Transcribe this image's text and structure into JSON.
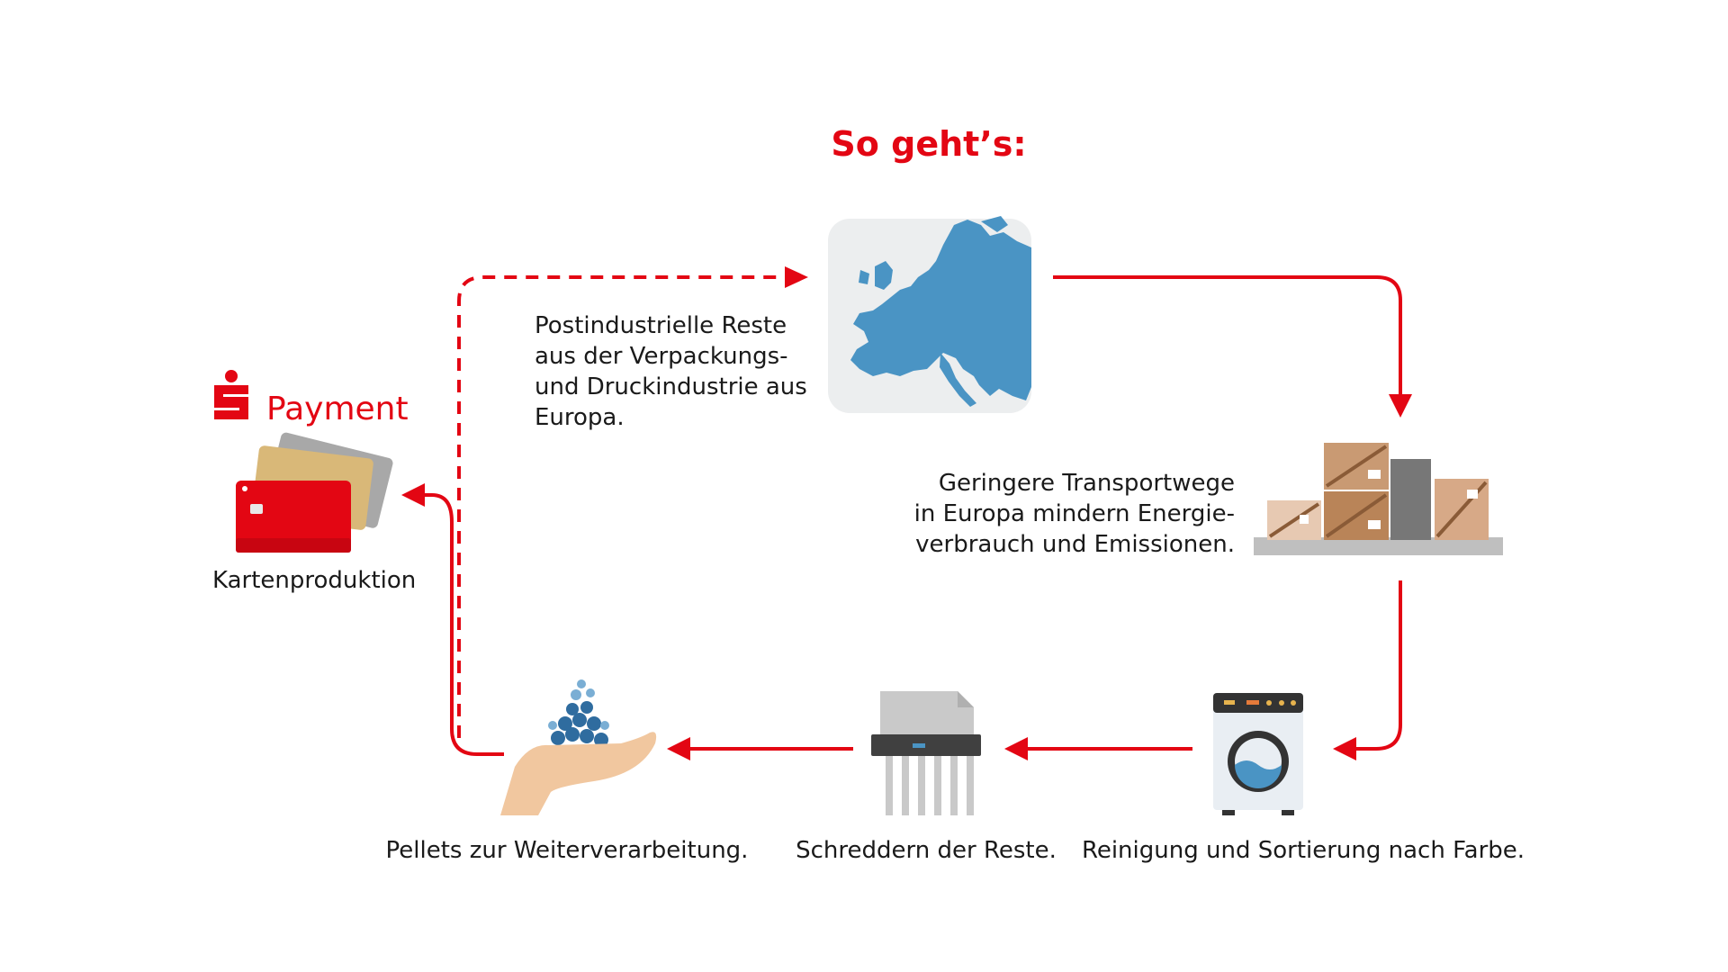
{
  "colors": {
    "accent": "#e30613",
    "map_bg": "#eceeef",
    "map_land": "#4a94c4",
    "card_red": "#e30613",
    "card_gold": "#d9b878",
    "card_grey": "#a8a8a8"
  },
  "title": "So geht’s:",
  "brand": {
    "name": "Payment",
    "logo_icon": "sparkasse-s-logo"
  },
  "steps": {
    "cards": {
      "icon": "credit-cards-icon",
      "label": "Kartenproduktion"
    },
    "europe": {
      "icon": "europe-map-icon",
      "label_lines": [
        "Postindustrielle Reste",
        "aus der Verpackungs-",
        "und Druckindustrie aus",
        "Europa."
      ]
    },
    "transport": {
      "icon": "boxes-pallet-icon",
      "label_lines": [
        "Geringere Transportwege",
        "in Europa mindern Energie-",
        "verbrauch und Emissionen."
      ]
    },
    "cleaning": {
      "icon": "washing-machine-icon",
      "label": "Reinigung und Sortierung nach Farbe."
    },
    "shredding": {
      "icon": "shredder-icon",
      "label": "Schreddern der Reste."
    },
    "pellets": {
      "icon": "pellets-hand-icon",
      "label": "Pellets zur Weiterverarbeitung."
    }
  }
}
